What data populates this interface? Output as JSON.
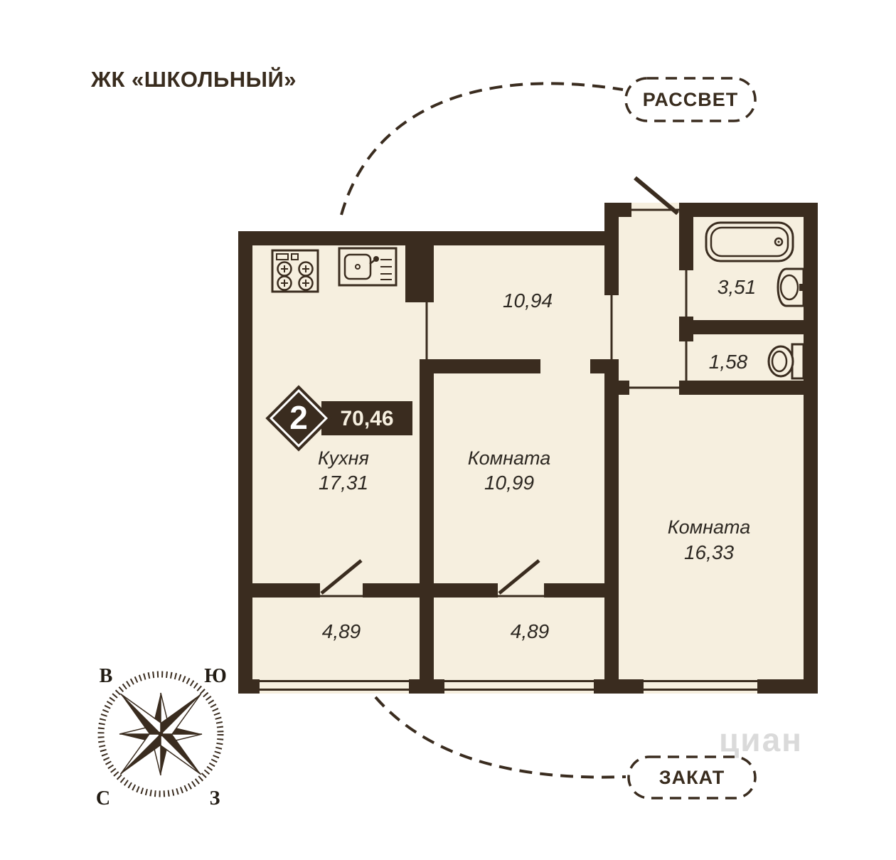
{
  "title": "ЖК «ШКОЛЬНЫЙ»",
  "badge": {
    "rooms": "2",
    "total_area": "70,46"
  },
  "sun": {
    "sunrise": "РАССВЕТ",
    "sunset": "ЗАКАТ"
  },
  "rooms": {
    "kitchen": {
      "name": "Кухня",
      "area": "17,31"
    },
    "hall": {
      "area": "10,94"
    },
    "room1": {
      "name": "Комната",
      "area": "10,99"
    },
    "room2": {
      "name": "Комната",
      "area": "16,33"
    },
    "bathroom": {
      "area": "3,51"
    },
    "wc": {
      "area": "1,58"
    },
    "balcony_left": {
      "area": "4,89"
    },
    "balcony_mid": {
      "area": "4,89"
    }
  },
  "compass": {
    "top_left": "В",
    "top_right": "Ю",
    "bottom_left": "С",
    "bottom_right": "З"
  },
  "watermark": "циан",
  "colors": {
    "wall": "#3a2c1f",
    "room_fill": "#f6efdf",
    "background": "#ffffff",
    "label": "#2d2822",
    "watermark": "#dadada"
  }
}
